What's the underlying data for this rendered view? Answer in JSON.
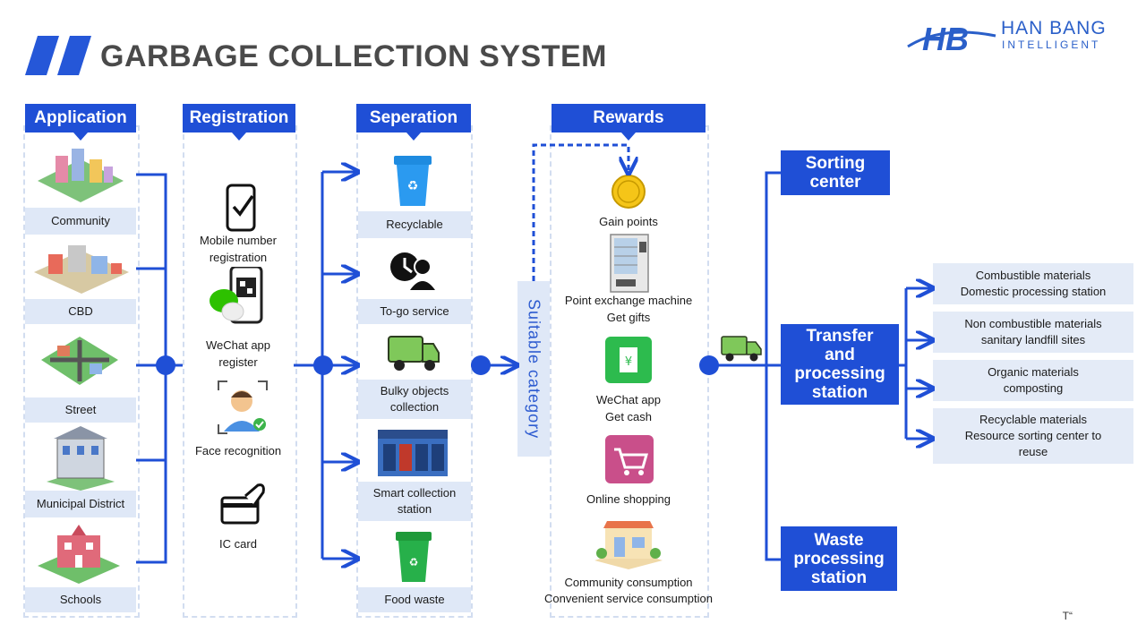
{
  "title": "GARBAGE COLLECTION SYSTEM",
  "logo": {
    "mark": "HB",
    "line1": "HAN BANG",
    "line2": "INTELLIGENT"
  },
  "application": {
    "header": "Application",
    "items": [
      "Community",
      "CBD",
      "Street",
      "Municipal District",
      "Schools"
    ]
  },
  "registration": {
    "header": "Registration",
    "items": [
      [
        "Mobile number",
        "registration"
      ],
      [
        "WeChat app",
        "register"
      ],
      [
        "Face recognition"
      ],
      [
        "IC card"
      ]
    ]
  },
  "separation": {
    "header": "Seperation",
    "items": [
      [
        "Recyclable"
      ],
      [
        "To-go service"
      ],
      [
        "Bulky objects",
        "collection"
      ],
      [
        "Smart collection",
        "station"
      ],
      [
        "Food waste"
      ]
    ]
  },
  "suitable_category": "Suitable category",
  "rewards": {
    "header": "Rewards",
    "items": [
      [
        "Gain points"
      ],
      [
        "Point exchange machine",
        "Get gifts"
      ],
      [
        "WeChat app",
        "Get cash"
      ],
      [
        "Online shopping"
      ],
      [
        "Community consumption",
        "Convenient service consumption"
      ]
    ]
  },
  "stations": {
    "sorting": [
      "Sorting",
      "center"
    ],
    "transfer": [
      "Transfer",
      "and",
      "processing",
      "station"
    ],
    "waste": [
      "Waste",
      "processing",
      "station"
    ]
  },
  "outputs": [
    [
      "Combustible materials",
      "Domestic processing station"
    ],
    [
      "Non combustible materials",
      "sanitary landfill sites"
    ],
    [
      "Organic materials",
      "composting"
    ],
    [
      "Recyclable materials",
      "Resource sorting center to",
      "reuse"
    ]
  ],
  "corner_mark": "T“",
  "colors": {
    "primary": "#1f4fd6",
    "label_bg": "#dfe8f7",
    "title": "#4a4a4a"
  }
}
